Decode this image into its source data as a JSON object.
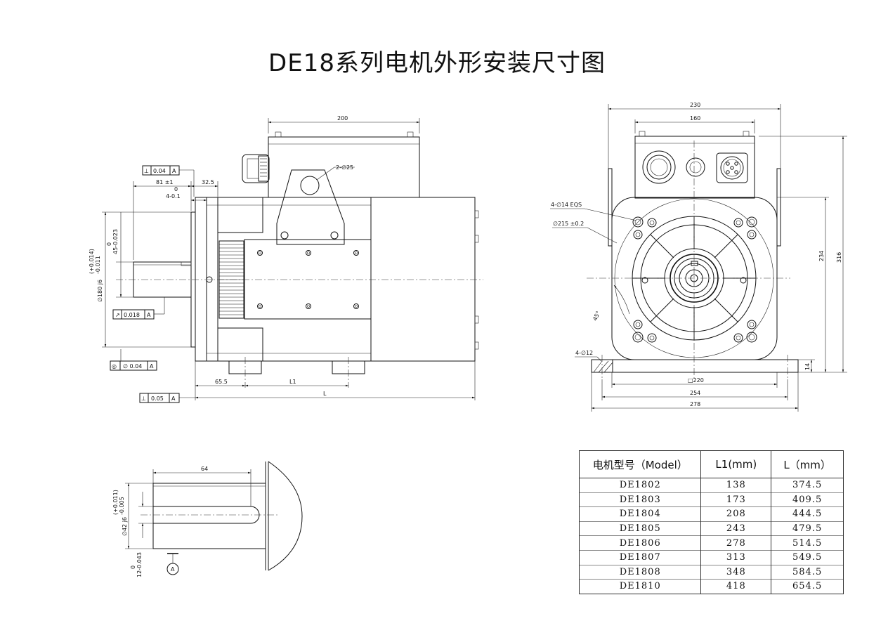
{
  "title": "DE18系列电机外形安装尺寸图",
  "side_view": {
    "dims": {
      "d200": "200",
      "d2_25": "2-∅25",
      "d81": "81 ±1",
      "d32_5": "32.5",
      "tol_top_0": "0",
      "tol_top_m01": "4-0.1",
      "d65_5": "65.5",
      "dL1": "L1",
      "dL": "L",
      "d45": "45-0.023",
      "d45_0": "0",
      "d180": "∅180 j6",
      "d180_tol_p": "(+0.014)",
      "d180_tol_m": "-0.011"
    },
    "tolerances": [
      {
        "symbol": "⊥",
        "value": "0.04",
        "datum": "A"
      },
      {
        "symbol": "↗",
        "value": "0.018",
        "datum": "A"
      },
      {
        "symbol": "◎",
        "value": "∅ 0.04",
        "datum": "A"
      },
      {
        "symbol": "⊥",
        "value": "0.05",
        "datum": "A"
      }
    ]
  },
  "front_view": {
    "dims": {
      "d230": "230",
      "d160": "160",
      "d4_14": "4-∅14 EQS",
      "d215": "∅215 ±0.2",
      "d45deg": "45°",
      "d4_12": "4-∅12",
      "d14": "14",
      "d220": "□220",
      "d254": "254",
      "d278": "278",
      "d234": "234",
      "d316": "316"
    }
  },
  "shaft_view": {
    "dims": {
      "d64": "64",
      "d42": "∅42 j6",
      "d42_tol_p": "(+0.011)",
      "d42_tol_m": "-0.005",
      "d12": "12-0.043",
      "d12_0": "0",
      "datum": "A"
    }
  },
  "table": {
    "headers": [
      "电机型号（Model）",
      "L1(mm)",
      "L（mm）"
    ],
    "rows": [
      [
        "DE1802",
        "138",
        "374.5"
      ],
      [
        "DE1803",
        "173",
        "409.5"
      ],
      [
        "DE1804",
        "208",
        "444.5"
      ],
      [
        "DE1805",
        "243",
        "479.5"
      ],
      [
        "DE1806",
        "278",
        "514.5"
      ],
      [
        "DE1807",
        "313",
        "549.5"
      ],
      [
        "DE1808",
        "348",
        "584.5"
      ],
      [
        "DE1810",
        "418",
        "654.5"
      ]
    ]
  }
}
